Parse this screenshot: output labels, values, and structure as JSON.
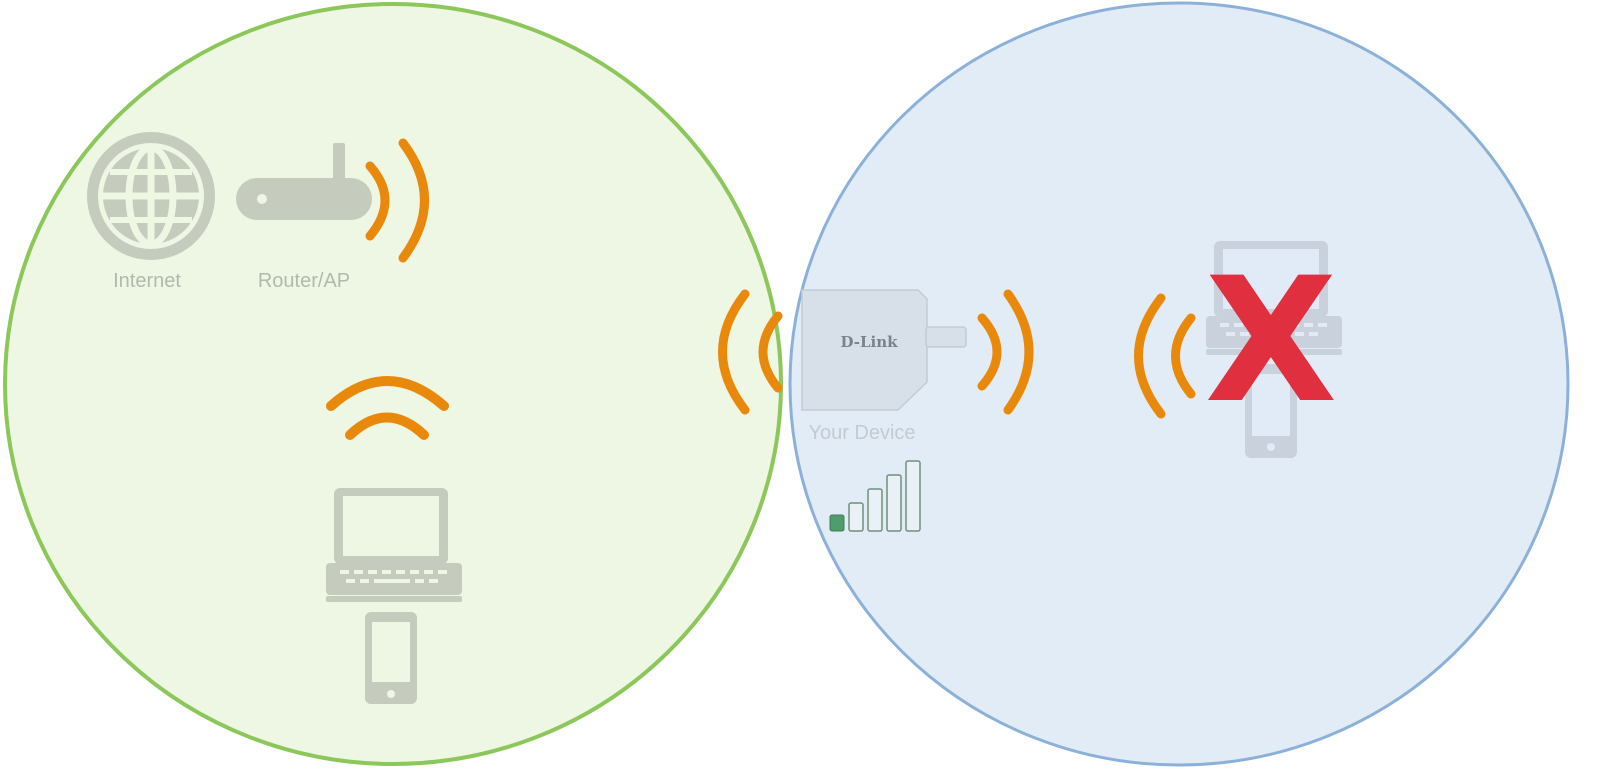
{
  "labels": {
    "internet": "Internet",
    "router": "Router/AP",
    "device": "Your Device",
    "brand": "D-Link",
    "failure_mark": "X"
  },
  "colors": {
    "good_zone_fill": "#eef6e4",
    "good_zone_stroke": "#8cc75a",
    "extended_zone_fill": "#e1ebf7",
    "extended_zone_stroke": "#8cb1d9",
    "signal_wave": "#e9890c",
    "icon_gray": "#c5cbbd",
    "label_gray": "#b3b8ae",
    "failure_red": "#e03040"
  },
  "icons": {
    "internet": "globe-icon",
    "router": "router-icon",
    "laptop": "laptop-icon",
    "phone": "smartphone-icon",
    "extender": "range-extender-icon",
    "signal_strength": "signal-bars-icon",
    "failure": "x-mark-icon"
  },
  "signal_strength": {
    "lit_bars": 1,
    "total_bars": 5
  }
}
